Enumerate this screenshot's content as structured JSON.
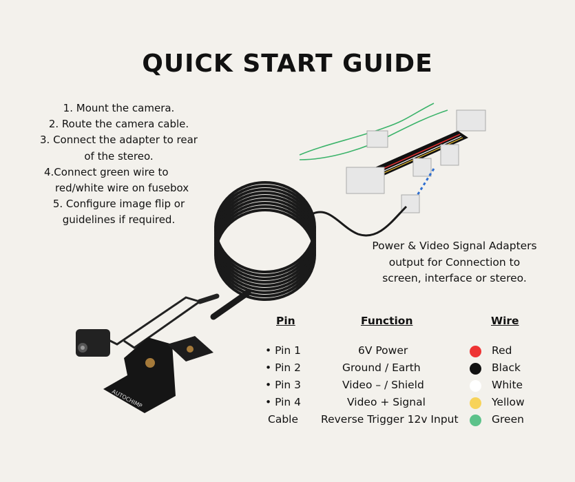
{
  "title": "QUICK START GUIDE",
  "steps": [
    "1. Mount the camera.",
    "2. Route the camera cable.",
    "3. Connect the adapter to rear",
    "of the stereo.",
    "4.Connect green wire to",
    "red/white wire on fusebox",
    "5. Configure image flip or",
    "guidelines if required."
  ],
  "caption": [
    "Power & Video Signal Adapters",
    "output for Connection to",
    "screen, interface or stereo."
  ],
  "table": {
    "headers": {
      "pin": "Pin",
      "function": "Function",
      "wire": "Wire"
    },
    "rows": [
      {
        "pin": "• Pin 1",
        "function": "6V Power",
        "wire": "Red",
        "color": "#ee3333"
      },
      {
        "pin": "• Pin 2",
        "function": "Ground / Earth",
        "wire": "Black",
        "color": "#111111"
      },
      {
        "pin": "• Pin 3",
        "function": "Video – / Shield",
        "wire": "White",
        "color": "#ffffff"
      },
      {
        "pin": "• Pin 4",
        "function": "Video + Signal",
        "wire": "Yellow",
        "color": "#f7d35a"
      },
      {
        "pin": "Cable",
        "function": "Reverse Trigger 12v Input",
        "wire": "Green",
        "color": "#5cc28a"
      }
    ]
  },
  "product_brand": "AUTOCHIMP"
}
